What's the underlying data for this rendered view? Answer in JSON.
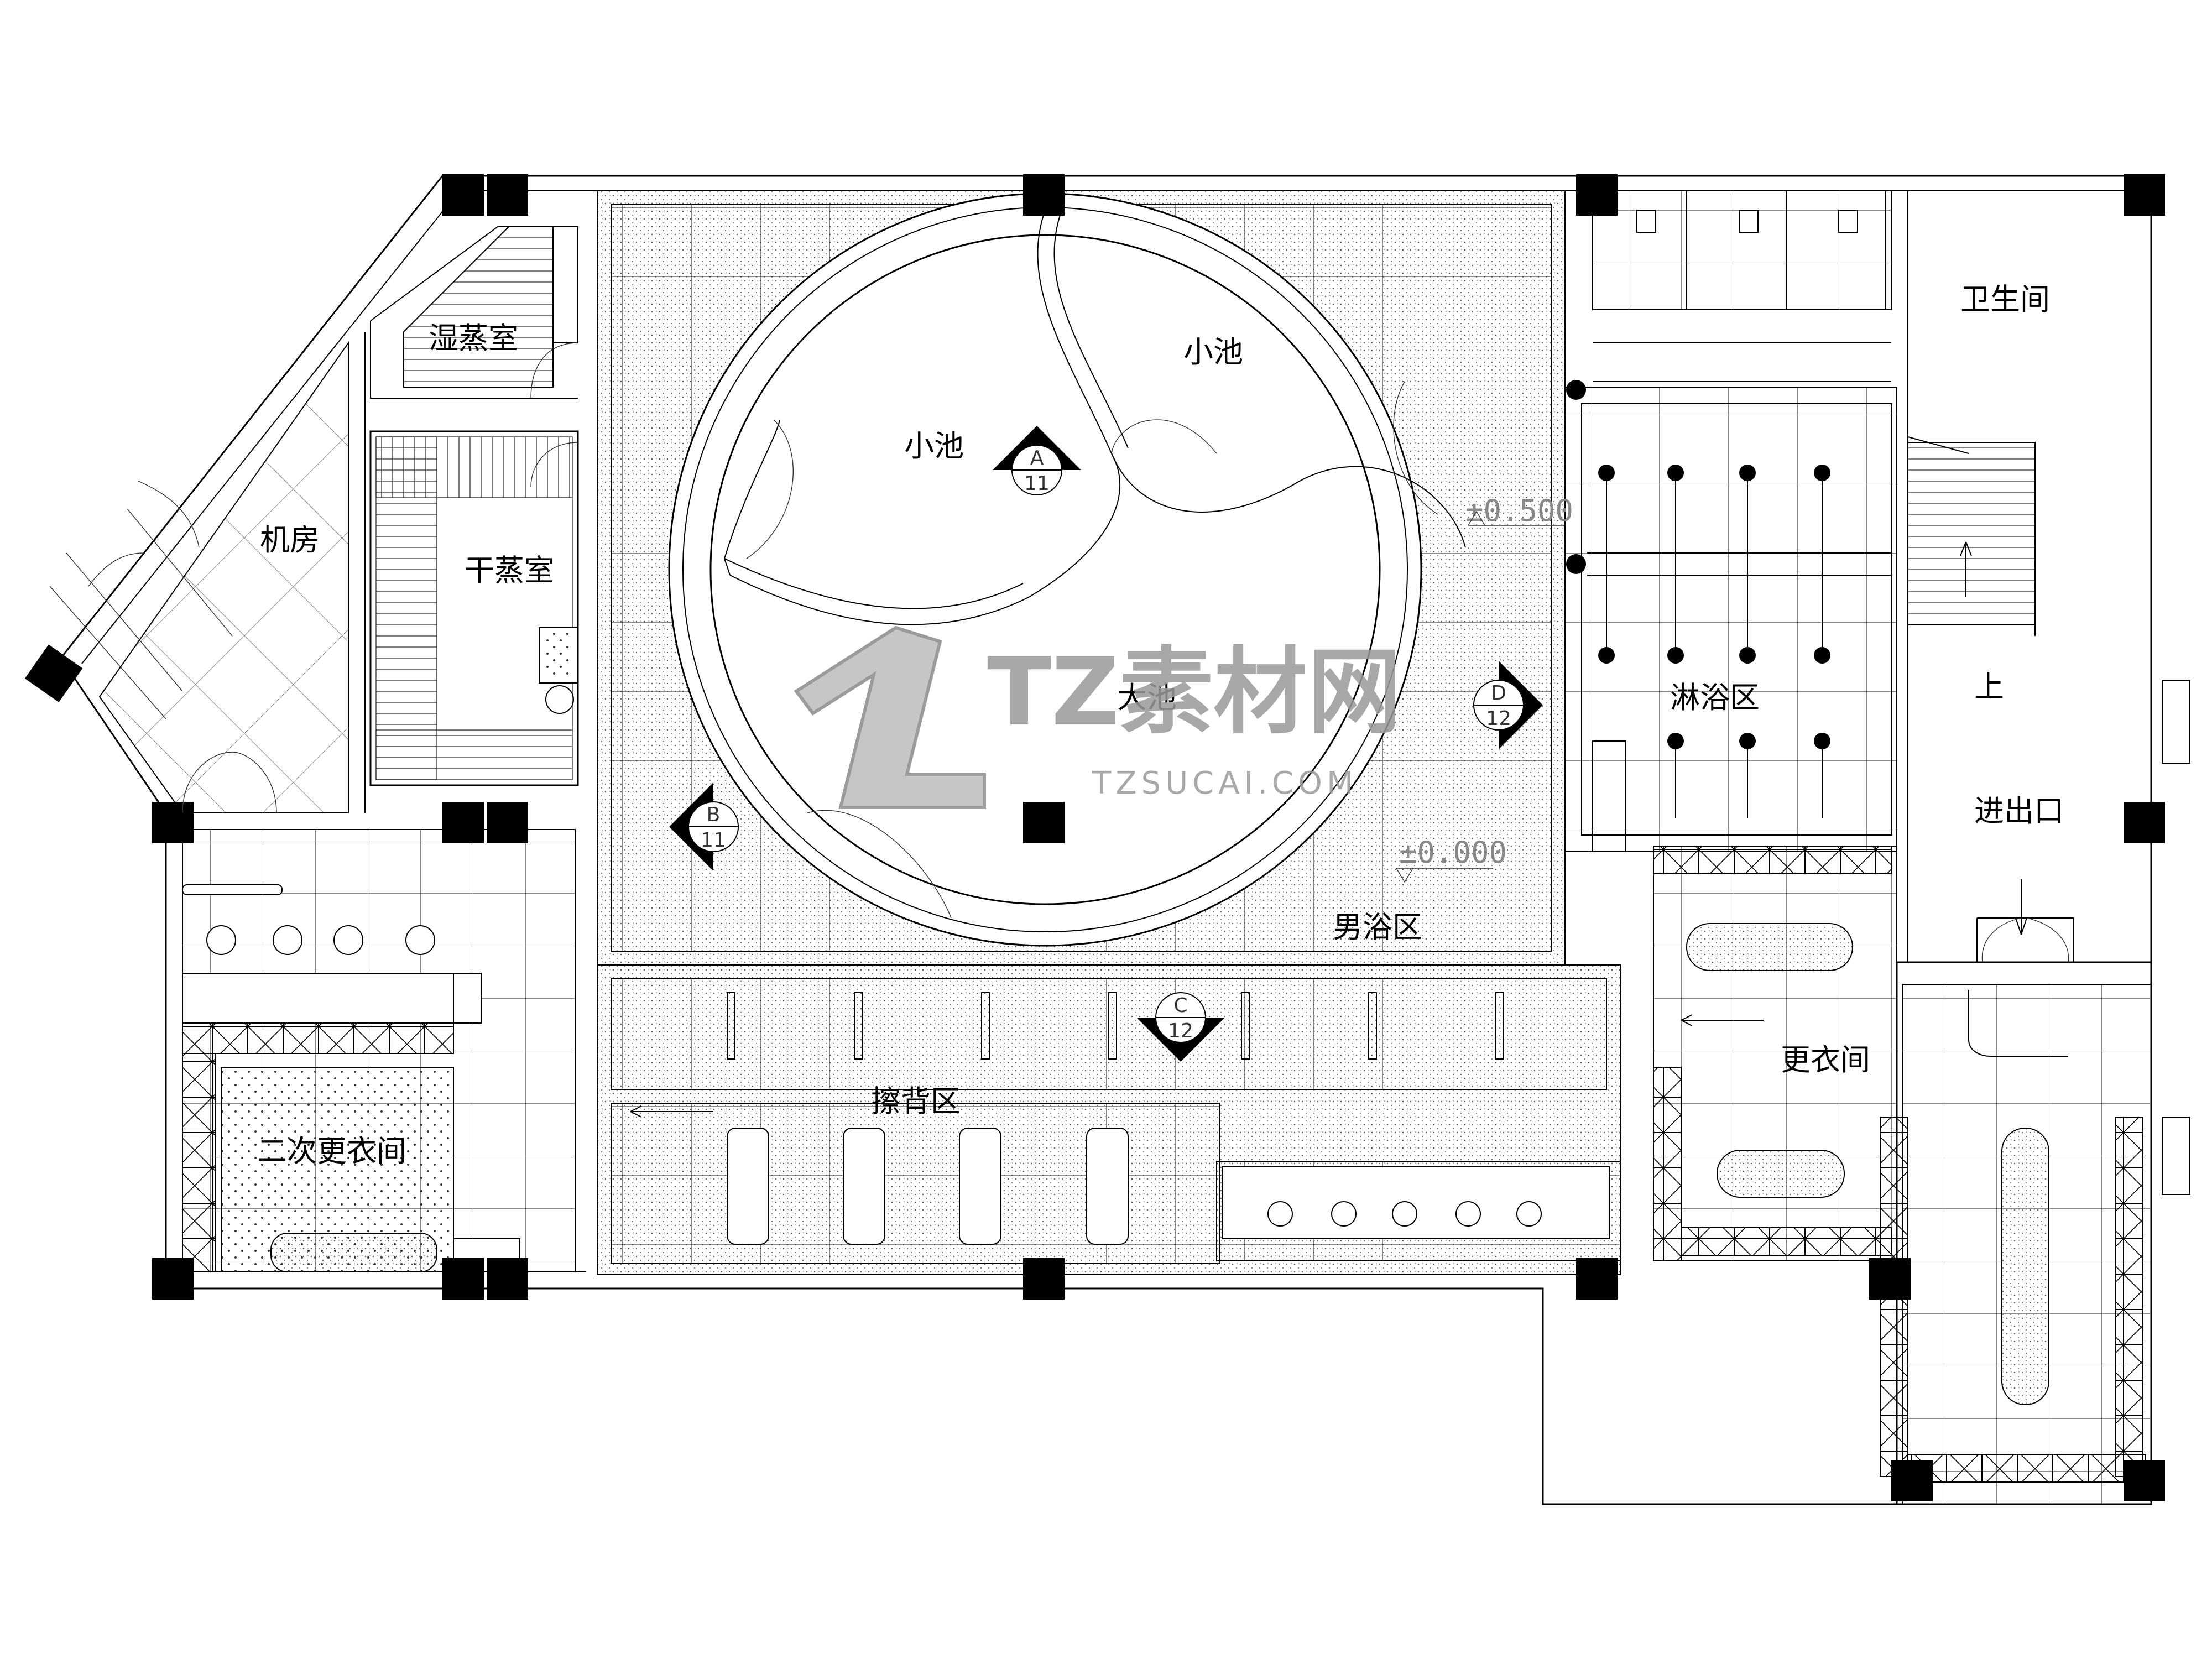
{
  "rooms": {
    "wet_steam": "湿蒸室",
    "machine_room": "机房",
    "dry_steam": "干蒸室",
    "small_pool_1": "小池",
    "small_pool_2": "小池",
    "big_pool": "大池",
    "mens_bath": "男浴区",
    "shower_area": "淋浴区",
    "toilet": "卫生间",
    "up": "上",
    "entrance": "进出口",
    "changing_room": "更衣间",
    "back_scrub": "擦背区",
    "second_changing": "二次更衣间"
  },
  "levels": {
    "upper": "±0.500",
    "lower": "±0.000"
  },
  "section_markers": [
    {
      "letter": "A",
      "number": "11"
    },
    {
      "letter": "B",
      "number": "11"
    },
    {
      "letter": "C",
      "number": "12"
    },
    {
      "letter": "D",
      "number": "12"
    }
  ],
  "watermark": {
    "brand": "TZ素材网",
    "url": "TZSUCAI.COM"
  }
}
